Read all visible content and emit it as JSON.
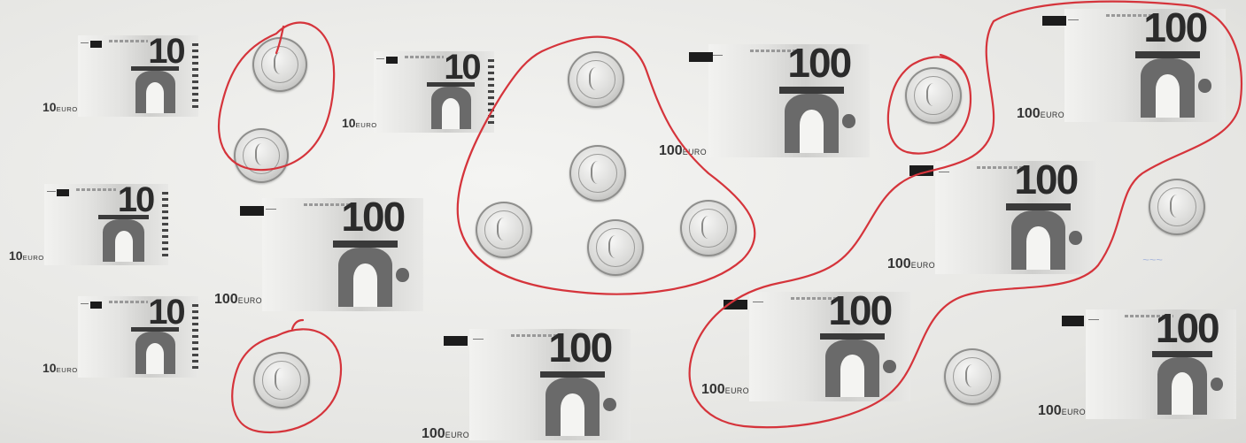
{
  "colors": {
    "ink": "#d5343b",
    "paper": "#e9e9e7"
  },
  "notes": [
    {
      "name": "note-10-a",
      "value": "10",
      "label_num": "10",
      "label_cur": "EURO"
    },
    {
      "name": "note-10-b",
      "value": "10",
      "label_num": "10",
      "label_cur": "EURO"
    },
    {
      "name": "note-10-c",
      "value": "10",
      "label_num": "10",
      "label_cur": "EURO"
    },
    {
      "name": "note-10-d",
      "value": "10",
      "label_num": "10",
      "label_cur": "EURO"
    },
    {
      "name": "note-100-a",
      "value": "100",
      "label_num": "100",
      "label_cur": "EURO"
    },
    {
      "name": "note-100-b",
      "value": "100",
      "label_num": "100",
      "label_cur": "EURO"
    },
    {
      "name": "note-100-c",
      "value": "100",
      "label_num": "100",
      "label_cur": "EURO"
    },
    {
      "name": "note-100-d",
      "value": "100",
      "label_num": "100",
      "label_cur": "EURO"
    },
    {
      "name": "note-100-e",
      "value": "100",
      "label_num": "100",
      "label_cur": "EURO"
    },
    {
      "name": "note-100-f",
      "value": "100",
      "label_num": "100",
      "label_cur": "EURO"
    },
    {
      "name": "note-100-g",
      "value": "100",
      "label_num": "100",
      "label_cur": "EURO"
    }
  ]
}
